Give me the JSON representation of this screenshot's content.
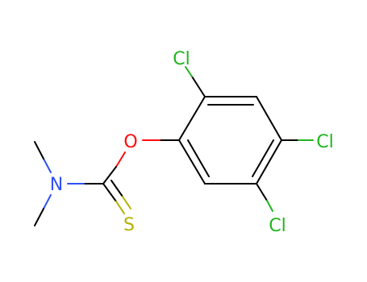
{
  "colors": {
    "carbon": "#000000",
    "oxygen": "#ff0d0d",
    "nitrogen": "#3050f8",
    "sulfur": "#b2b200",
    "chlorine": "#1fb51f"
  },
  "atoms": {
    "cl_top": "Cl",
    "cl_right": "Cl",
    "cl_bottom": "Cl",
    "oxygen": "O",
    "nitrogen": "N",
    "sulfur": "S"
  }
}
